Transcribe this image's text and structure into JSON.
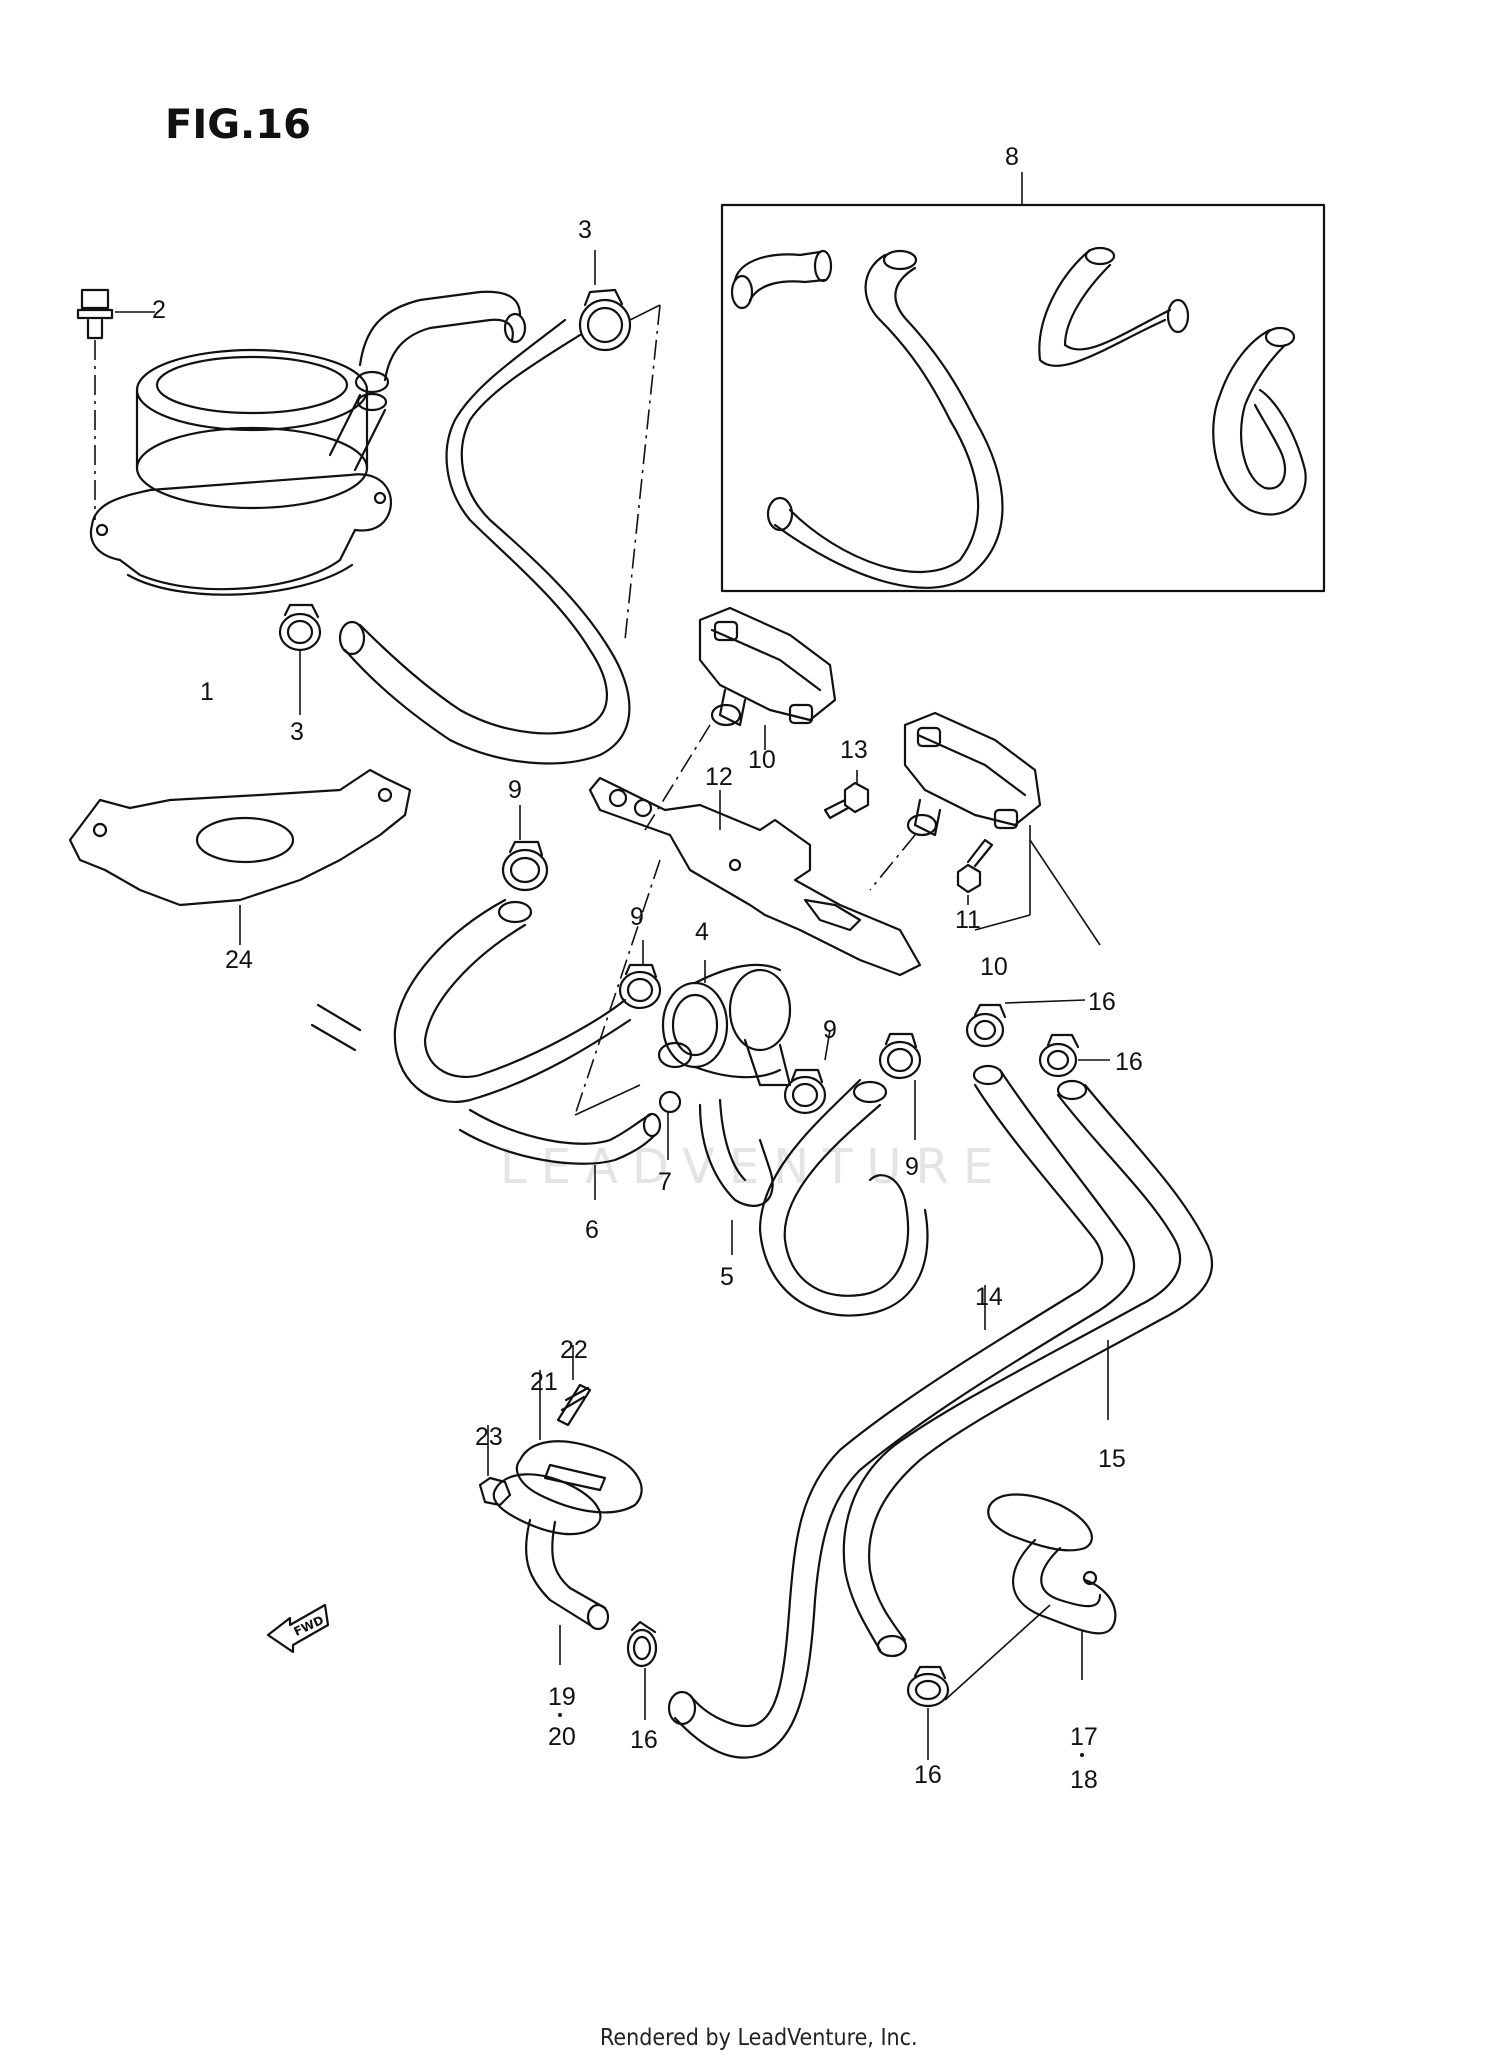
{
  "figure": {
    "title": "FIG.16"
  },
  "footer": {
    "text": "Rendered by LeadVenture, Inc."
  },
  "watermark": {
    "text": "LEADVENTURE"
  },
  "fwd_label": "FWD",
  "callouts": {
    "c1": "1",
    "c2": "2",
    "c3a": "3",
    "c3b": "3",
    "c4": "4",
    "c5": "5",
    "c6": "6",
    "c7": "7",
    "c8": "8",
    "c9a": "9",
    "c9b": "9",
    "c9c": "9",
    "c9d": "9",
    "c10a": "10",
    "c10b": "10",
    "c11": "11",
    "c12": "12",
    "c13": "13",
    "c14": "14",
    "c15": "15",
    "c16a": "16",
    "c16b": "16",
    "c16c": "16",
    "c16d": "16",
    "c17": "17",
    "c18": "18",
    "c19": "19",
    "c20": "20",
    "c21": "21",
    "c22": "22",
    "c23": "23",
    "c24": "24"
  }
}
